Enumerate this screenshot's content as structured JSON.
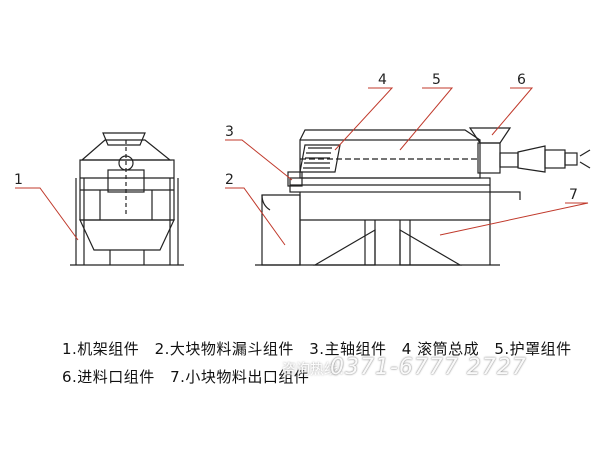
{
  "callouts": {
    "c1": "1",
    "c2": "2",
    "c3": "3",
    "c4": "4",
    "c5": "5",
    "c6": "6",
    "c7": "7"
  },
  "legend": {
    "row1": [
      "1.机架组件",
      "2.大块物料漏斗组件",
      "3.主轴组件",
      "4 滚筒总成",
      "5.护罩组件"
    ],
    "row2": [
      "6.进料口组件",
      "7.小块物料出口组件"
    ]
  },
  "watermark": {
    "label": "咨询热线：",
    "phone": "0371-6777 2727"
  },
  "colors": {
    "line": "#222222",
    "leader": "#c0392b"
  }
}
